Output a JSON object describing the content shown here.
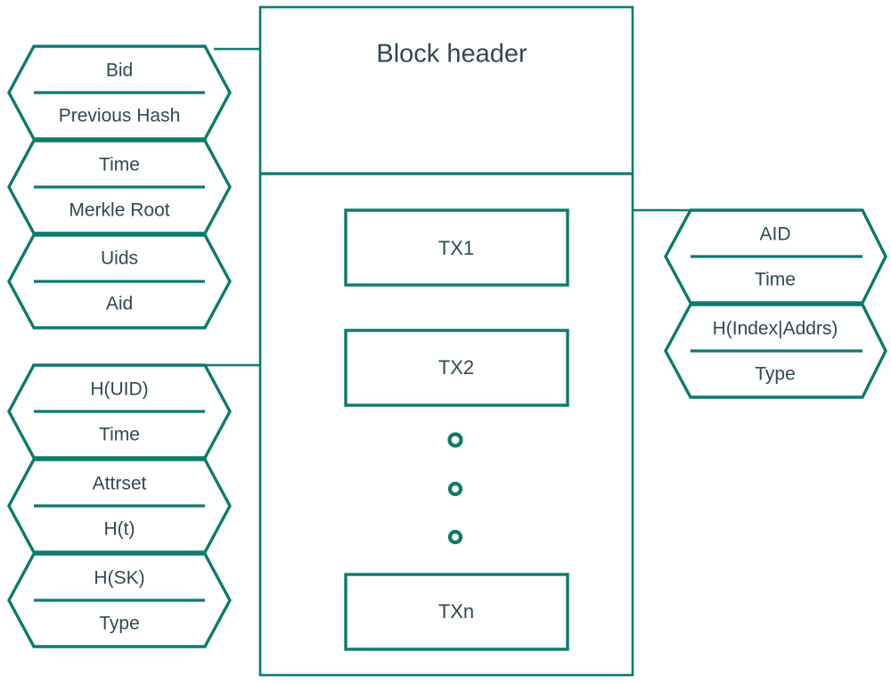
{
  "diagram": {
    "title": "Block header",
    "accent_color": "#0c7b6c",
    "text_color": "#2f4a52",
    "background_color": "#ffffff",
    "block": {
      "header_label": "Block header",
      "transactions": [
        {
          "label": "TX1"
        },
        {
          "label": "TX2"
        },
        {
          "label": "TXn"
        }
      ],
      "ellipsis_marker_count": 3
    },
    "header_fields_group": {
      "name": "block-header-fields",
      "hexagons": [
        {
          "top_label": "Bid",
          "bottom_label": "Previous Hash"
        },
        {
          "top_label": "Time",
          "bottom_label": "Merkle Root"
        },
        {
          "top_label": "Uids",
          "bottom_label": "Aid"
        }
      ]
    },
    "transaction_fields_group": {
      "name": "tx2-fields",
      "hexagons": [
        {
          "top_label": "H(UID)",
          "bottom_label": "Time"
        },
        {
          "top_label": "Attrset",
          "bottom_label": "H(t)"
        },
        {
          "top_label": "H(SK)",
          "bottom_label": "Type"
        }
      ]
    },
    "attribute_fields_group": {
      "name": "tx1-fields",
      "hexagons": [
        {
          "top_label": "AID",
          "bottom_label": "Time"
        },
        {
          "top_label": "H(Index|Addrs)",
          "bottom_label": "Type"
        }
      ]
    }
  }
}
